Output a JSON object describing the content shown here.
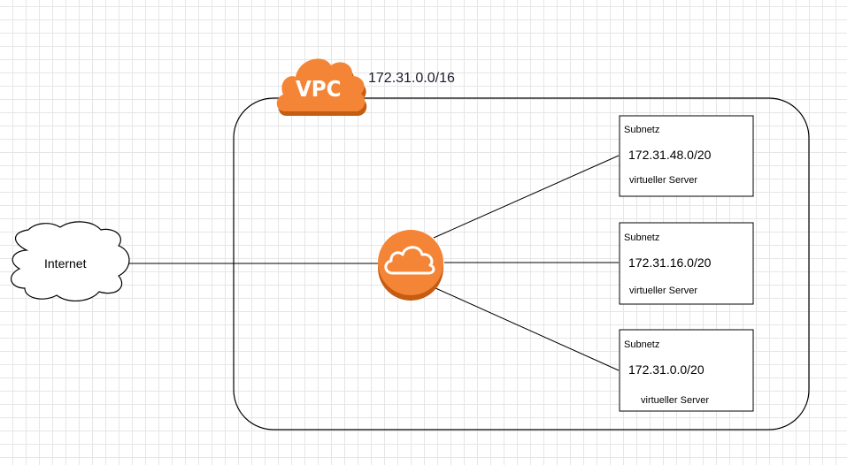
{
  "vpc": {
    "badge_text": "VPC",
    "cidr": "172.31.0.0/16",
    "badge_color": "#f58536",
    "badge_color_dark": "#d2691e",
    "badge_icon": "aws-vpc-cloud-icon"
  },
  "internet": {
    "label": "Internet",
    "icon": "cloud-shape-icon"
  },
  "gateway": {
    "icon": "internet-gateway-cloud-icon",
    "color": "#f58536"
  },
  "subnets": [
    {
      "title": "Subnetz",
      "cidr": "172.31.48.0/20",
      "server": "virtueller Server"
    },
    {
      "title": "Subnetz",
      "cidr": "172.31.16.0/20",
      "server": "virtueller Server"
    },
    {
      "title": "Subnetz",
      "cidr": "172.31.0.0/20",
      "server": "virtueller Server"
    }
  ],
  "canvas": {
    "grid_color": "#e6e6e6",
    "background": "#ffffff"
  }
}
